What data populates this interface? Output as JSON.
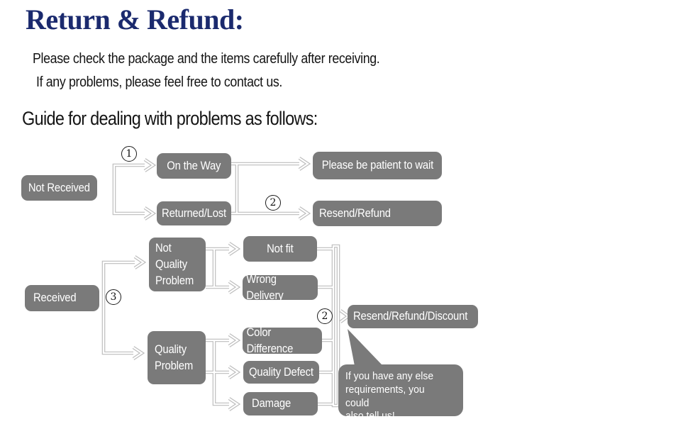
{
  "header": {
    "title": "Return & Refund:",
    "intro_line1": "Please check the package and the items carefully after receiving.",
    "intro_line2": "If any problems, please feel free to contact us.",
    "guide_heading": "Guide for dealing with problems as follows:"
  },
  "colors": {
    "title_navy": "#1b2a6e",
    "node_gray": "#7a7a7a",
    "node_text": "#ffffff",
    "connector_gray": "#bdbdbd",
    "badge_ink": "#1c1c1c"
  },
  "flowchart": {
    "nodes": {
      "not_received": {
        "label": "Not Received"
      },
      "on_the_way": {
        "label": "On the Way"
      },
      "returned_lost": {
        "label": "Returned/Lost"
      },
      "please_wait": {
        "label": "Please be patient to wait"
      },
      "resend_refund": {
        "label": "Resend/Refund"
      },
      "received": {
        "label": "Received"
      },
      "not_quality_problem": {
        "label": "Not\nQuality\nProblem"
      },
      "not_fit": {
        "label": "Not fit"
      },
      "wrong_delivery": {
        "label": "Wrong Delivery"
      },
      "quality_problem": {
        "label": "Quality\nProblem"
      },
      "color_difference": {
        "label": "Color Difference"
      },
      "quality_defect": {
        "label": "Quality Defect"
      },
      "damage": {
        "label": "Damage"
      },
      "resend_refund_discount": {
        "label": "Resend/Refund/Discount"
      }
    },
    "badges": {
      "step_1": "1",
      "step_2_top": "2",
      "step_3": "3",
      "step_2_bottom": "2"
    },
    "note_bubble": "If you have any else\nrequirements, you could\nalso tell us!"
  }
}
